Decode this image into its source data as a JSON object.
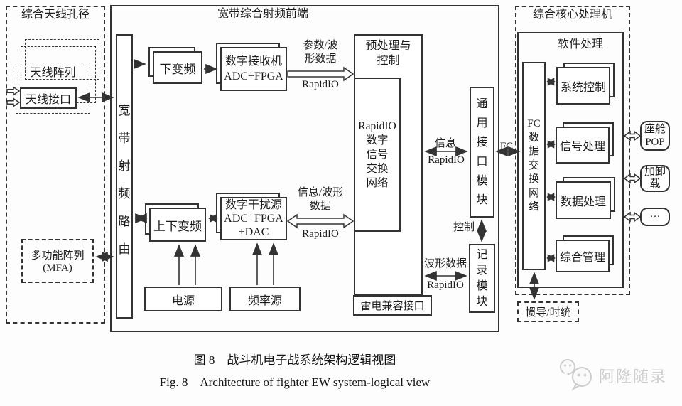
{
  "captions": {
    "zh": "图 8　战斗机电子战系统架构逻辑视图",
    "en": "Fig. 8　Architecture of fighter EW system-logical view"
  },
  "watermark": {
    "label": "阿隆随录"
  },
  "aperture": {
    "title": "综合天线孔径",
    "array_label": "天线阵列",
    "interface_label": "天线接口",
    "mfa_label": "多功能阵列\n(MFA)"
  },
  "frontend": {
    "title": "宽带综合射频前端",
    "routing": "宽\n带\n射\n频\n路\n由",
    "down_conv": "下变频",
    "receiver": "数字接收机\nADC+FPGA",
    "updown_conv": "上下变频",
    "jammer": "数字干扰源\nADC+FPGA\n+DAC",
    "power": "电源",
    "freq_source": "频率源",
    "preprocess": "预处理与\n控制",
    "switch": "RapidIO\n数字\n信号\n交换\n网络",
    "lightning": "雷电兼容接口",
    "gen_interface": "通\n用\n接\n口\n模\n块",
    "recorder": "记\n录\n模\n块"
  },
  "core": {
    "title": "综合核心处理机",
    "software": "软件处理",
    "fc_switch": "FC\n数\n据\n交\n换\n网\n络",
    "sys_ctrl": "系统控制",
    "sig_proc": "信号处理",
    "data_proc": "数据处理",
    "mgmt": "综合管理",
    "ins": "惯导/时统"
  },
  "peripherals": {
    "pop": "座舱\nPOP",
    "loader": "加卸\n载",
    "more": "···"
  },
  "links": {
    "param": "参数/波\n形数据",
    "rio_a": "RapidIO",
    "info_wave": "信息/波形\n数据",
    "rio_b": "RapidIO",
    "info": "信息",
    "rio_c": "RapidIO",
    "fc": "FC",
    "ctrl": "控制",
    "wave": "波形数据",
    "rio_d": "RapidIO"
  },
  "colors": {
    "line": "#333333",
    "watermark": "#cfcfcf",
    "background": "#fdfdfd"
  }
}
